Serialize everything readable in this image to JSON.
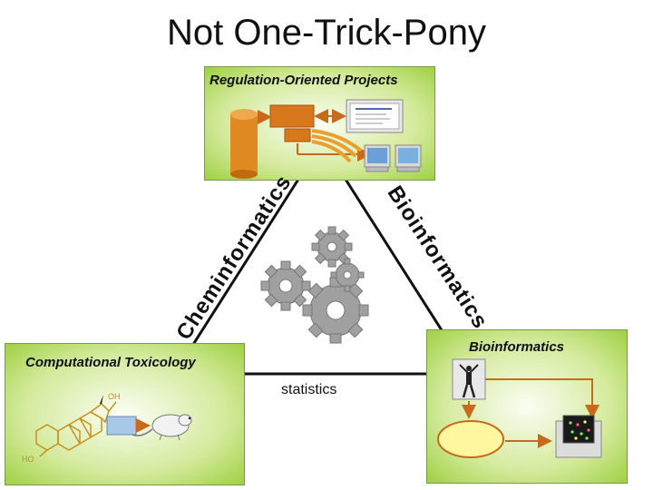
{
  "title": "Not One-Trick-Pony",
  "panels": {
    "top": {
      "label": "Regulation-Oriented Projects"
    },
    "left": {
      "label": "Computational Toxicology"
    },
    "right": {
      "label": "Bioinformatics"
    }
  },
  "edges": {
    "left": "Cheminformatics",
    "right": "Bioinformatics",
    "bottom": "statistics"
  },
  "structure_labels": {
    "oh": "OH",
    "ho": "HO"
  },
  "colors": {
    "panel_green": "#9fd043",
    "arrow_orange": "#c86a1a",
    "gear_gray": "#9a9a9a",
    "cylinder_orange": "#e08a24"
  },
  "icons": [
    "database-cylinder",
    "computer-monitor",
    "gear",
    "molecule-structure",
    "mouse",
    "human-figure",
    "microarray"
  ]
}
